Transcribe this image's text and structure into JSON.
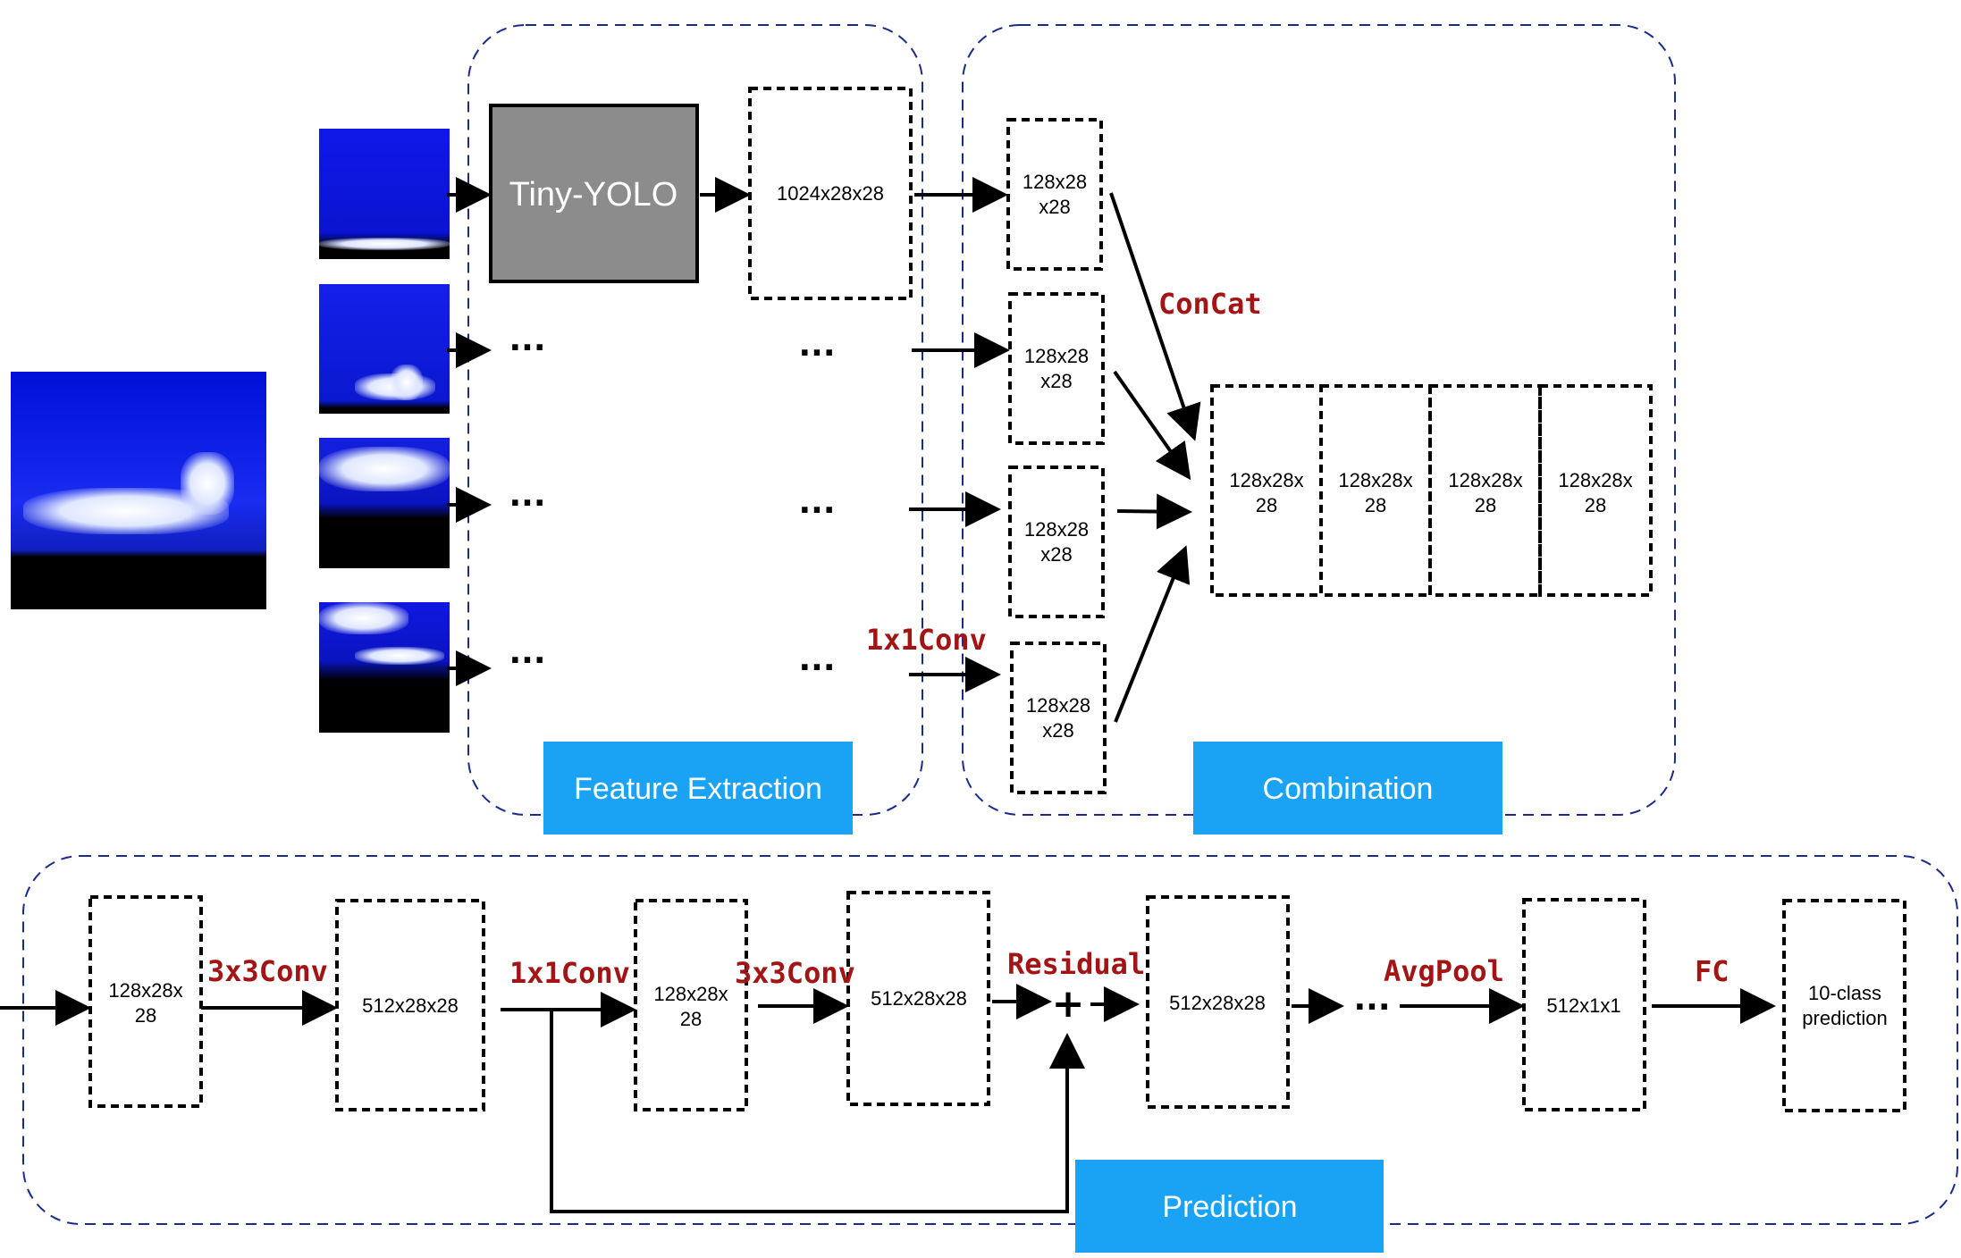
{
  "panels": {
    "feature_extraction": "Feature Extraction",
    "combination": "Combination",
    "prediction": "Prediction"
  },
  "blocks": {
    "tiny_yolo": "Tiny-YOLO",
    "feat": "1024x28x28",
    "reduced_line1": "128x28",
    "reduced_line2": "x28",
    "concat_line1": "128x28x",
    "concat_line2": "28",
    "pred_in_line1": "128x28x",
    "pred_in_line2": "28",
    "pred_512a": "512x28x28",
    "pred_mid_line1": "128x28x",
    "pred_mid_line2": "28",
    "pred_512b": "512x28x28",
    "pred_512c": "512x28x28",
    "pred_pool": "512x1x1",
    "pred_out_line1": "10-class",
    "pred_out_line2": "prediction"
  },
  "ops": {
    "concat": "ConCat",
    "conv1x1_top": "1x1Conv",
    "conv3x3_a": "3x3Conv",
    "conv1x1_bottom": "1x1Conv",
    "conv3x3_b": "3x3Conv",
    "residual": "Residual",
    "avgpool": "AvgPool",
    "fc": "FC",
    "plus": "+"
  },
  "ellipsis": "...",
  "colors": {
    "op_label": "#a31515",
    "panel_label_bg": "#1aa3f5",
    "panel_border": "#1c2a8c",
    "yolo_fill": "#8c8c8c"
  }
}
